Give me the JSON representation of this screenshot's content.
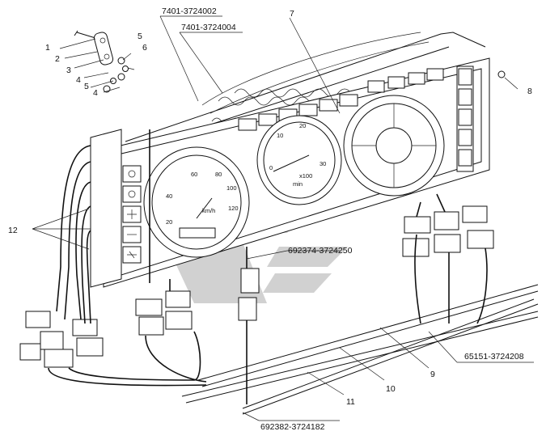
{
  "labels": {
    "pn_7401_3724002": "7401-3724002",
    "pn_7401_3724004": "7401-3724004",
    "pn_692374_3724250": "692374-3724250",
    "pn_65151_3724208": "65151-3724208",
    "pn_692382_3724182": "692382-3724182",
    "n1": "1",
    "n2": "2",
    "n3": "3",
    "n4a": "4",
    "n4b": "4",
    "n5a": "5",
    "n5b": "5",
    "n6": "6",
    "n7": "7",
    "n8": "8",
    "n9": "9",
    "n10": "10",
    "n11": "11",
    "n12": "12"
  },
  "speedometer": {
    "ticks": [
      "20",
      "40",
      "60",
      "80",
      "100",
      "120"
    ],
    "unit": "km/h"
  },
  "tachometer": {
    "ticks": [
      "0",
      "10",
      "20",
      "30"
    ],
    "unit": "min",
    "multiplier": "x100"
  },
  "colors": {
    "line": "#111111",
    "watermark": "#c8c8c8",
    "background": "#ffffff"
  }
}
